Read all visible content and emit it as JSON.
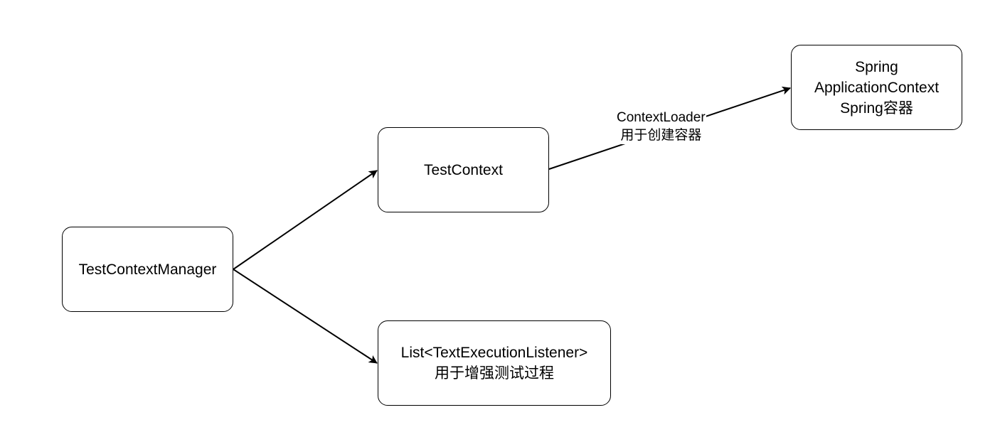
{
  "nodes": {
    "manager": {
      "label": "TestContextManager"
    },
    "context": {
      "label": "TestContext"
    },
    "listener": {
      "line1": "List<TextExecutionListener>",
      "line2": "用于增强测试过程"
    },
    "spring": {
      "line1": "Spring",
      "line2": "ApplicationContext",
      "line3": "Spring容器"
    }
  },
  "edges": {
    "loader": {
      "line1": "ContextLoader",
      "line2": "用于创建容器"
    }
  },
  "colors": {
    "stroke": "#000000",
    "background": "#ffffff"
  }
}
